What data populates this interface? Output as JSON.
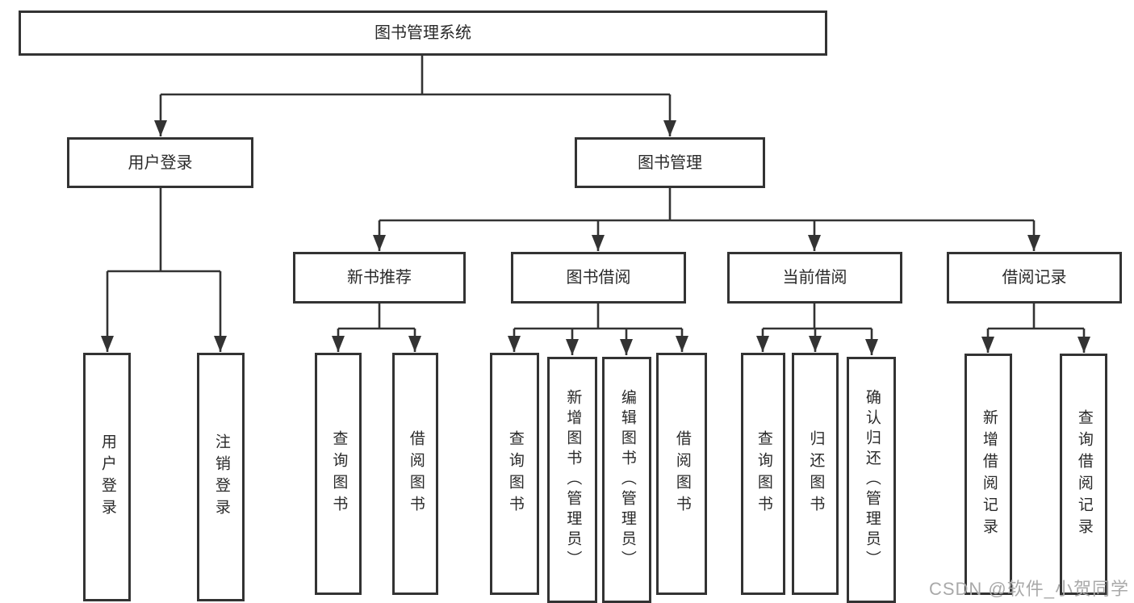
{
  "tree": {
    "label": "图书管理系统",
    "children": [
      {
        "label": "用户登录",
        "children": [
          {
            "label": "用户登录"
          },
          {
            "label": "注销登录"
          }
        ]
      },
      {
        "label": "图书管理",
        "children": [
          {
            "label": "新书推荐",
            "children": [
              {
                "label": "查询图书"
              },
              {
                "label": "借阅图书"
              }
            ]
          },
          {
            "label": "图书借阅",
            "children": [
              {
                "label": "查询图书"
              },
              {
                "label": "新增图书（管理员）"
              },
              {
                "label": "编辑图书（管理员）"
              },
              {
                "label": "借阅图书"
              }
            ]
          },
          {
            "label": "当前借阅",
            "children": [
              {
                "label": "查询图书"
              },
              {
                "label": "归还图书"
              },
              {
                "label": "确认归还（管理员）"
              }
            ]
          },
          {
            "label": "借阅记录",
            "children": [
              {
                "label": "新增借阅记录"
              },
              {
                "label": "查询借阅记录"
              }
            ]
          }
        ]
      }
    ]
  },
  "watermark": {
    "text": "CSDN @软件_小贺同学"
  },
  "colors": {
    "line": "#333333",
    "text": "#2a2a2a",
    "watermark": "#a9a9a9",
    "background": "#ffffff"
  }
}
